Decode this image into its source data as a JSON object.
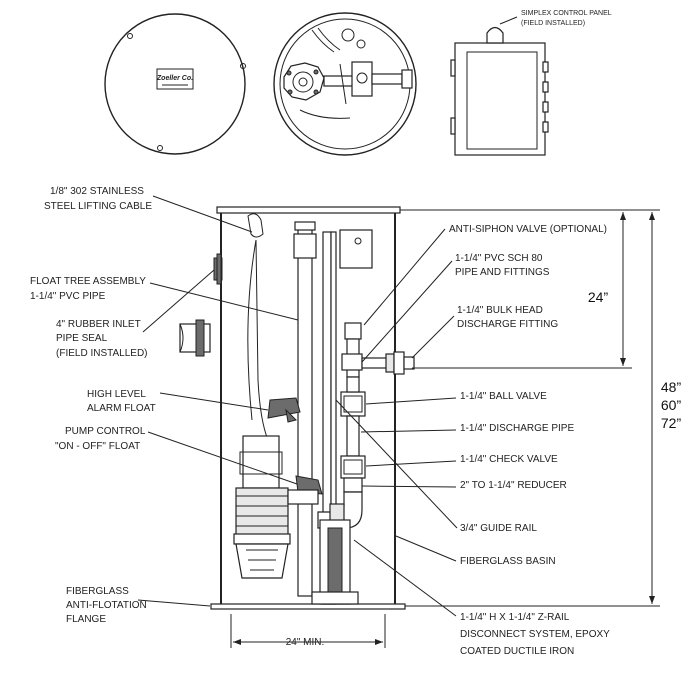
{
  "views": {
    "lid_logo": "Zoeller Co.",
    "panel_label": [
      "SIMPLEX CONTROL PANEL",
      "(FIELD INSTALLED)"
    ]
  },
  "labels_left": {
    "cable": [
      "1/8\" 302 STAINLESS",
      "STEEL LIFTING CABLE"
    ],
    "float_tree": [
      "FLOAT TREE ASSEMBLY",
      "1-1/4\" PVC PIPE"
    ],
    "inlet_seal": [
      "4\" RUBBER INLET",
      "PIPE SEAL",
      "(FIELD INSTALLED)"
    ],
    "alarm_float": [
      "HIGH LEVEL",
      "ALARM FLOAT"
    ],
    "pump_float": [
      "PUMP CONTROL",
      "\"ON - OFF\" FLOAT"
    ],
    "flange": [
      "FIBERGLASS",
      "ANTI-FLOTATION",
      "FLANGE"
    ]
  },
  "labels_right": {
    "anti_siphon": "ANTI-SIPHON VALVE (OPTIONAL)",
    "pvc": [
      "1-1/4\" PVC SCH 80",
      "PIPE AND FITTINGS"
    ],
    "bulkhead": [
      "1-1/4\" BULK HEAD",
      "DISCHARGE FITTING"
    ],
    "ball_valve": "1-1/4\" BALL VALVE",
    "discharge_pipe": "1-1/4\" DISCHARGE PIPE",
    "check_valve": "1-1/4\" CHECK VALVE",
    "reducer": "2\" TO 1-1/4\" REDUCER",
    "guide_rail": "3/4\" GUIDE RAIL",
    "basin": "FIBERGLASS BASIN",
    "zrail": [
      "1-1/4\" H X 1-1/4\" Z-RAIL",
      "DISCONNECT SYSTEM, EPOXY",
      "COATED DUCTILE IRON"
    ]
  },
  "dimensions": {
    "depth_to_discharge": "24”",
    "basin_depths": [
      "48”",
      "60”",
      "72”"
    ],
    "min_width": "24\" MIN."
  }
}
